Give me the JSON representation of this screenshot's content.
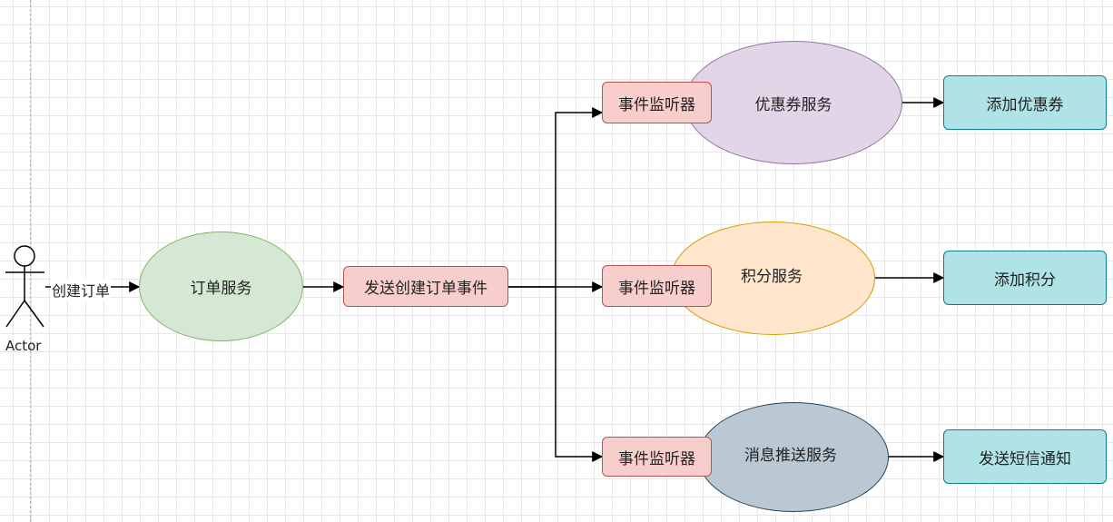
{
  "actor": {
    "label": "Actor"
  },
  "edges": {
    "create_order": "创建订单"
  },
  "nodes": {
    "order_service": "订单服务",
    "send_event": "发送创建订单事件",
    "listener_coupon": "事件监听器",
    "listener_points": "事件监听器",
    "listener_push": "事件监听器",
    "coupon_service": "优惠券服务",
    "points_service": "积分服务",
    "push_service": "消息推送服务",
    "add_coupon": "添加优惠券",
    "add_points": "添加积分",
    "send_sms": "发送短信通知"
  },
  "colors": {
    "green_fill": "#d5e8d4",
    "green_stroke": "#82b366",
    "red_fill": "#f8cecc",
    "red_stroke": "#b85450",
    "purple_fill": "#e1d5e7",
    "purple_stroke": "#9673a6",
    "orange_fill": "#ffe6cc",
    "orange_stroke": "#d79b00",
    "slate_fill": "#bac8d3",
    "slate_stroke": "#23445d",
    "teal_fill": "#b0e3e6",
    "teal_stroke": "#0e8088"
  }
}
